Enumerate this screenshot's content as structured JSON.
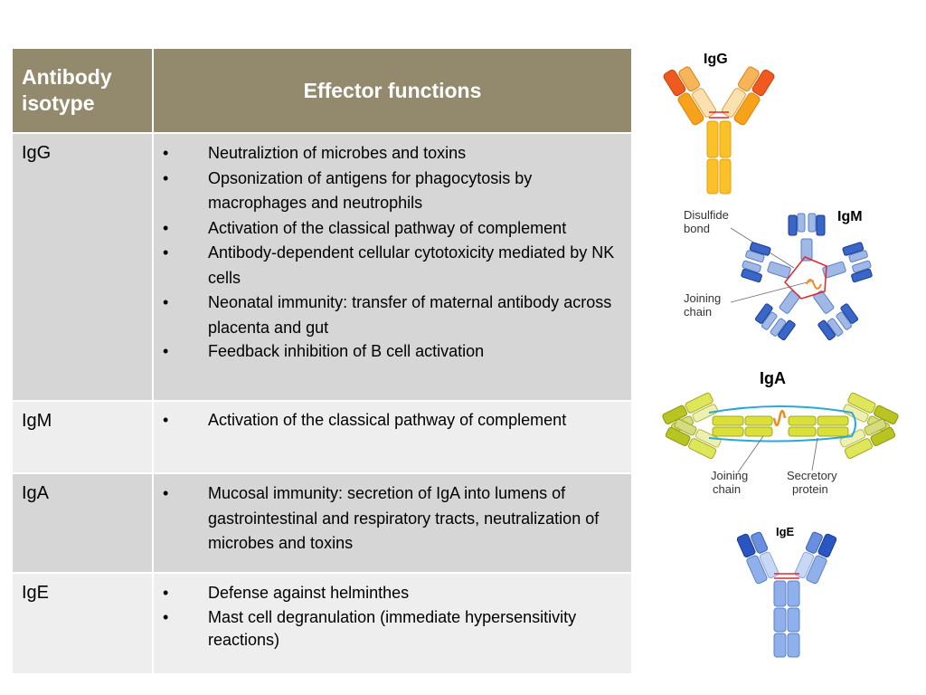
{
  "table": {
    "headers": {
      "isotype": "Antibody isotype",
      "functions": "Effector functions"
    },
    "rows": [
      {
        "isotype": "IgG",
        "functions": [
          "Neutraliztion of microbes and toxins",
          "Opsonization of antigens for phagocytosis by macrophages and neutrophils",
          "Activation of the classical pathway of complement",
          "Antibody-dependent cellular cytotoxicity mediated by NK cells",
          "Neonatal immunity: transfer of maternal antibody across placenta and gut",
          "Feedback inhibition of B cell activation"
        ]
      },
      {
        "isotype": "IgM",
        "functions": [
          "Activation of the classical pathway of complement"
        ]
      },
      {
        "isotype": "IgA",
        "functions": [
          "Mucosal immunity: secretion of IgA into lumens of gastrointestinal and respiratory tracts, neutralization of microbes and toxins"
        ]
      },
      {
        "isotype": "IgE",
        "functions": [
          "Defense against helminthes",
          "Mast cell degranulation (immediate hypersensitivity reactions)"
        ]
      }
    ]
  },
  "figures": {
    "igg": {
      "label": "IgG"
    },
    "igm": {
      "label": "IgM",
      "disulfide_l1": "Disulfide",
      "disulfide_l2": "bond",
      "joining_l1": "Joining",
      "joining_l2": "chain"
    },
    "iga": {
      "label": "IgA",
      "joining_l1": "Joining",
      "joining_l2": "chain",
      "secretory_l1": "Secretory",
      "secretory_l2": "protein"
    },
    "ige": {
      "label": "IgE"
    }
  },
  "colors": {
    "header_bg": "#938a6e",
    "row_dark": "#d7d6d6",
    "row_light": "#eeeeee",
    "igg_fill": "#f7a21b",
    "igm_fill": "#9fb8e6",
    "iga_fill": "#cfdb3a",
    "ige_fill": "#8fb0ea"
  }
}
